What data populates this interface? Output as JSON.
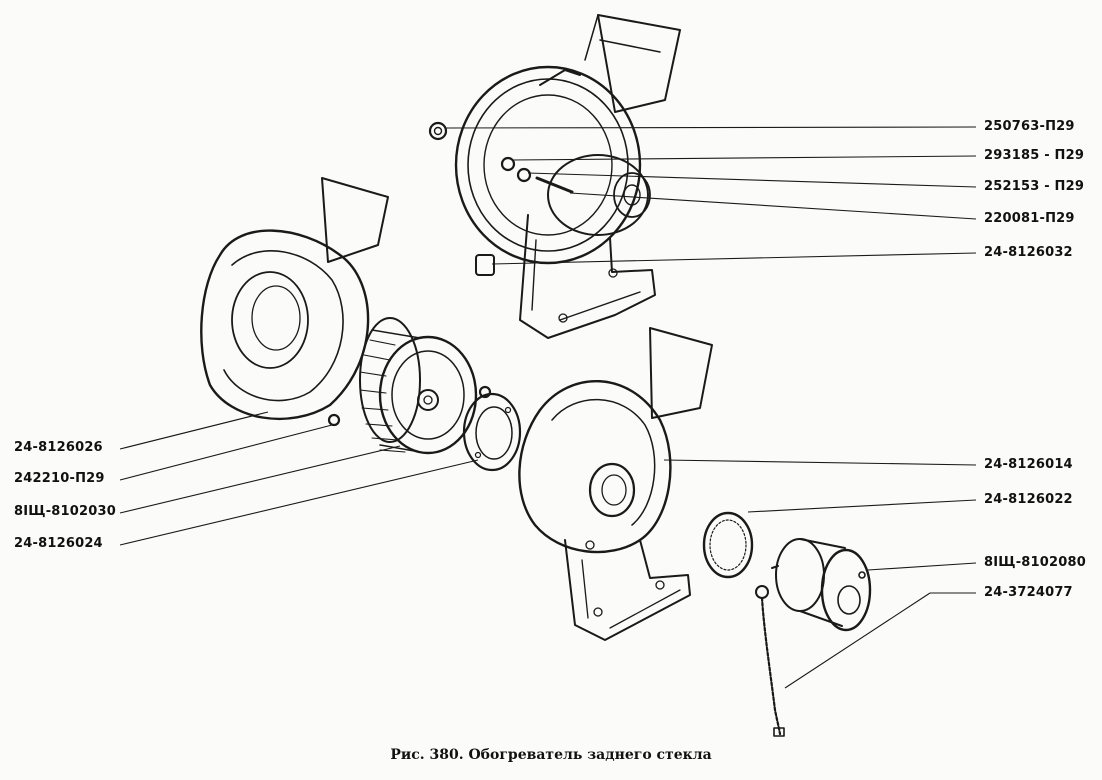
{
  "labels": {
    "p1": "250763-П29",
    "p2": "293185 - П29",
    "p3": "252153 - П29",
    "p4": "220081-П29",
    "p5": "24-8126032",
    "p6": "24-8126026",
    "p7": "242210-П29",
    "p8": "8IЩ-8102030",
    "p9": "24-8126024",
    "p10": "24-8126014",
    "p11": "24-8126022",
    "p12": "8IЩ-8102080",
    "p13": "24-3724077"
  },
  "caption": "Рис. 380. Обогреватель заднего стекла"
}
